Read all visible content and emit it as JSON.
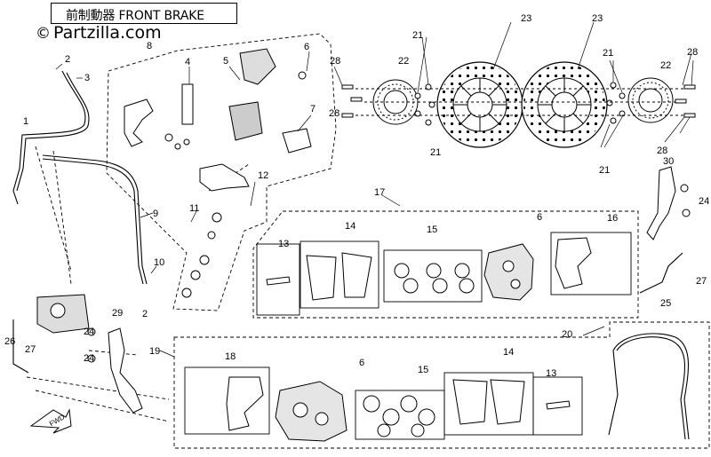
{
  "title": "前制動器 FRONT BRAKE",
  "watermark": {
    "copyright_symbol": "©",
    "text": "Partzilla.com"
  },
  "fwd_label": "FWD",
  "callouts": [
    {
      "id": "c1",
      "text": "1"
    },
    {
      "id": "c2a",
      "text": "2"
    },
    {
      "id": "c2b",
      "text": "2"
    },
    {
      "id": "c3",
      "text": "3"
    },
    {
      "id": "c4",
      "text": "4"
    },
    {
      "id": "c5",
      "text": "5"
    },
    {
      "id": "c6a",
      "text": "6"
    },
    {
      "id": "c6b",
      "text": "6"
    },
    {
      "id": "c6c",
      "text": "6"
    },
    {
      "id": "c7",
      "text": "7"
    },
    {
      "id": "c8",
      "text": "8"
    },
    {
      "id": "c9",
      "text": "9"
    },
    {
      "id": "c10",
      "text": "10"
    },
    {
      "id": "c11",
      "text": "11"
    },
    {
      "id": "c12",
      "text": "12"
    },
    {
      "id": "c13a",
      "text": "13"
    },
    {
      "id": "c13b",
      "text": "13"
    },
    {
      "id": "c14a",
      "text": "14"
    },
    {
      "id": "c14b",
      "text": "14"
    },
    {
      "id": "c15a",
      "text": "15"
    },
    {
      "id": "c15b",
      "text": "15"
    },
    {
      "id": "c16",
      "text": "16"
    },
    {
      "id": "c17",
      "text": "17"
    },
    {
      "id": "c18",
      "text": "18"
    },
    {
      "id": "c19",
      "text": "19"
    },
    {
      "id": "c20",
      "text": "20"
    },
    {
      "id": "c21a",
      "text": "21"
    },
    {
      "id": "c21b",
      "text": "21"
    },
    {
      "id": "c21c",
      "text": "21"
    },
    {
      "id": "c21d",
      "text": "21"
    },
    {
      "id": "c22a",
      "text": "22"
    },
    {
      "id": "c22b",
      "text": "22"
    },
    {
      "id": "c23a",
      "text": "23"
    },
    {
      "id": "c23b",
      "text": "23"
    },
    {
      "id": "c24a",
      "text": "24"
    },
    {
      "id": "c24b",
      "text": "24"
    },
    {
      "id": "c24c",
      "text": "24"
    },
    {
      "id": "c25",
      "text": "25"
    },
    {
      "id": "c26",
      "text": "26"
    },
    {
      "id": "c27a",
      "text": "27"
    },
    {
      "id": "c27b",
      "text": "27"
    },
    {
      "id": "c28a",
      "text": "28"
    },
    {
      "id": "c28b",
      "text": "28"
    },
    {
      "id": "c28c",
      "text": "28"
    },
    {
      "id": "c28d",
      "text": "28"
    },
    {
      "id": "c29",
      "text": "29"
    },
    {
      "id": "c30",
      "text": "30"
    }
  ]
}
